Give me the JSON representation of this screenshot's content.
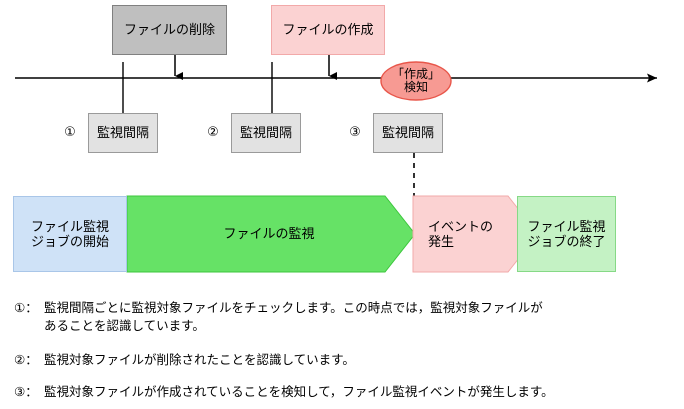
{
  "diagram": {
    "title_hidden": "",
    "timeline": {
      "events": [
        {
          "id": "file-delete",
          "label": "ファイルの削除",
          "style": "gray"
        },
        {
          "id": "file-create",
          "label": "ファイルの作成",
          "style": "pink"
        }
      ],
      "detection_bubble": {
        "label": "「作成」\n検知"
      },
      "intervals": [
        {
          "marker": "①",
          "label": "監視間隔"
        },
        {
          "marker": "②",
          "label": "監視間隔"
        },
        {
          "marker": "③",
          "label": "監視間隔"
        }
      ]
    },
    "flow": {
      "steps": [
        {
          "id": "job-start",
          "label": "ファイル監視\nジョブの開始",
          "shape": "rect",
          "color": "#cfe2f7"
        },
        {
          "id": "file-monitoring",
          "label": "ファイルの監視",
          "shape": "chevron",
          "color": "#66e266"
        },
        {
          "id": "event-occurs",
          "label": "イベントの\n発生",
          "shape": "chevron",
          "color": "#fbd2d2"
        },
        {
          "id": "job-end",
          "label": "ファイル監視\nジョブの終了",
          "shape": "rect",
          "color": "#c4f2c4"
        }
      ]
    },
    "notes": [
      {
        "marker": "①：",
        "text": "監視間隔ごとに監視対象ファイルをチェックします。この時点では，監視対象ファイルが\nあることを認識しています。"
      },
      {
        "marker": "②：",
        "text": "監視対象ファイルが削除されたことを認識しています。"
      },
      {
        "marker": "③：",
        "text": "監視対象ファイルが作成されていることを検知して，ファイル監視イベントが発生します。"
      }
    ]
  },
  "colors": {
    "gray_fill": "#bfbfbf",
    "gray_border": "#808080",
    "pink_fill": "#fbd2d2",
    "pink_border": "#f2a9a9",
    "interval_fill": "#e2e2e2",
    "interval_border": "#9a9a9a",
    "blue_fill": "#cfe2f7",
    "green_fill": "#66e266",
    "lightgreen_fill": "#c4f2c4",
    "bubble_fill": "#f79a93",
    "bubble_border": "#e8564a",
    "line": "#000000"
  }
}
